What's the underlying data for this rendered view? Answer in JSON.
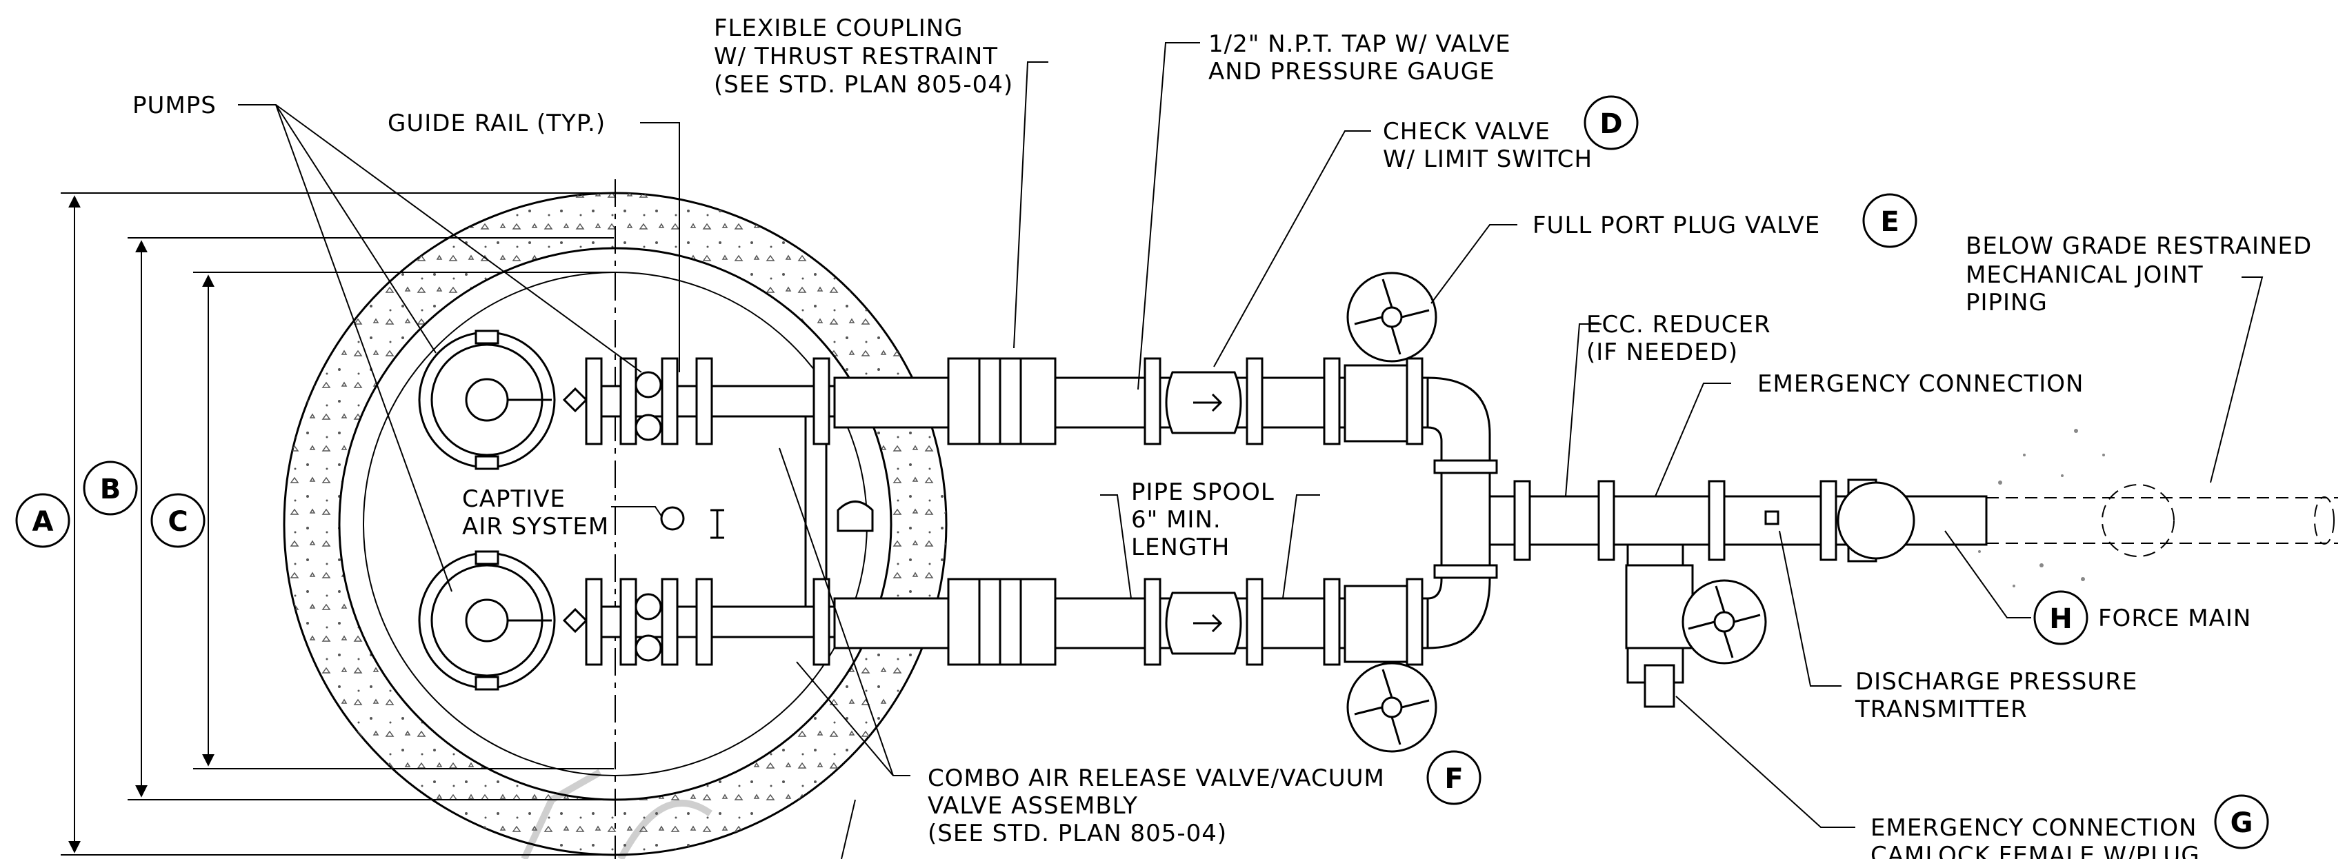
{
  "labels": {
    "pumps": "PUMPS",
    "guide_rail": "GUIDE RAIL (TYP.)",
    "flex_coupling_1": "FLEXIBLE COUPLING",
    "flex_coupling_2": "W/ THRUST RESTRAINT",
    "flex_coupling_3": "(SEE STD. PLAN 805-04)",
    "tap_1": "1/2\" N.P.T. TAP W/ VALVE",
    "tap_2": "AND PRESSURE GAUGE",
    "check_valve_1": "CHECK VALVE",
    "check_valve_2": "W/ LIMIT SWITCH",
    "plug_valve": "FULL PORT PLUG VALVE",
    "below_grade_1": "BELOW GRADE RESTRAINED",
    "below_grade_2": "MECHANICAL JOINT",
    "below_grade_3": "PIPING",
    "ecc_reducer_1": "ECC. REDUCER",
    "ecc_reducer_2": "(IF NEEDED)",
    "emergency_connection": "EMERGENCY CONNECTION",
    "captive_1": "CAPTIVE",
    "captive_2": "AIR SYSTEM",
    "pipe_spool_1": "PIPE SPOOL",
    "pipe_spool_2": "6\" MIN.",
    "pipe_spool_3": "LENGTH",
    "force_main": "FORCE MAIN",
    "discharge_1": "DISCHARGE PRESSURE",
    "discharge_2": "TRANSMITTER",
    "combo_1": "COMBO AIR RELEASE VALVE/VACUUM",
    "combo_2": "VALVE ASSEMBLY",
    "combo_3": "(SEE STD. PLAN 805-04)",
    "emergency_camlock_1": "EMERGENCY CONNECTION",
    "emergency_camlock_2": "CAMLOCK FEMALE W/PLUG"
  },
  "callouts": {
    "a": "A",
    "b": "B",
    "c": "C",
    "d": "D",
    "e": "E",
    "f": "F",
    "g": "G",
    "h": "H"
  }
}
